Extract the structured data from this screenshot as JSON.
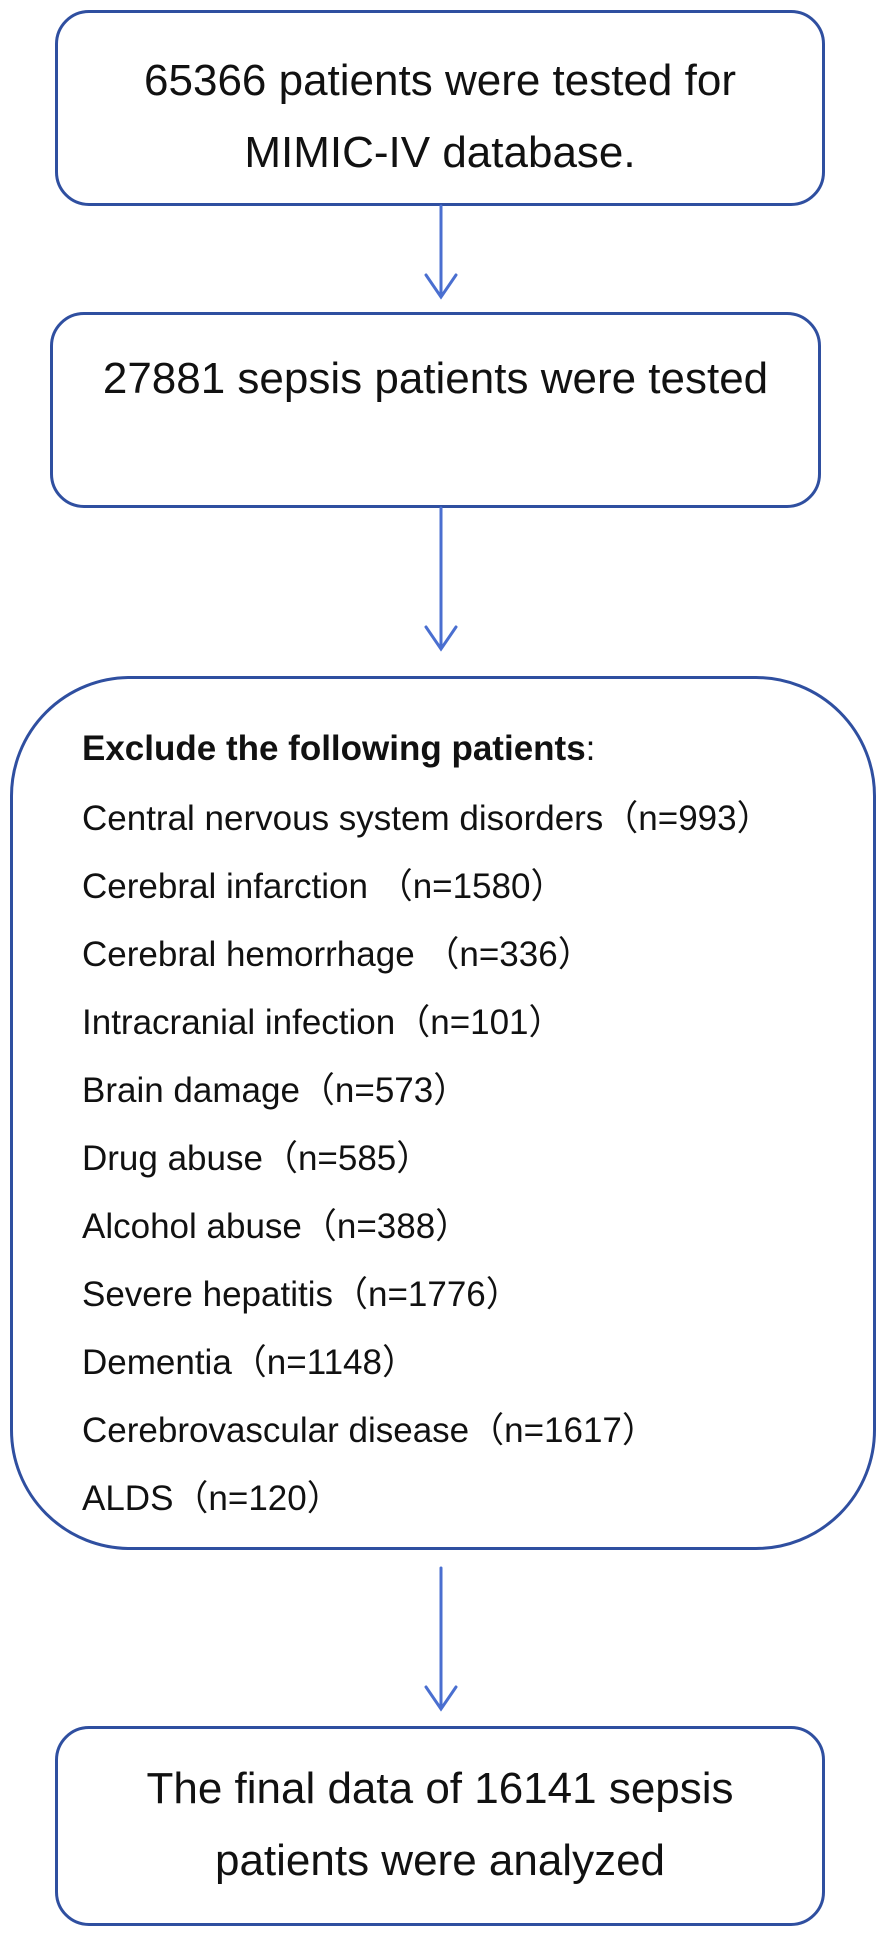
{
  "box1": {
    "line1": "65366 patients were tested for",
    "line2": "MIMIC-IV database."
  },
  "box2": {
    "line1": "27881 sepsis patients were tested"
  },
  "exclusion": {
    "heading_bold": "Exclude the following patients",
    "heading_suffix": ":",
    "items": [
      "Central nervous system disorders（n=993）",
      "Cerebral infarction （n=1580）",
      "Cerebral hemorrhage （n=336）",
      "Intracranial infection（n=101）",
      "Brain damage（n=573）",
      "Drug abuse（n=585）",
      "Alcohol abuse（n=388）",
      "Severe hepatitis（n=1776）",
      "Dementia（n=1148）",
      "Cerebrovascular disease（n=1617）",
      "ALDS（n=120）"
    ]
  },
  "box4": {
    "line1": "The final data of 16141 sepsis",
    "line2": "patients were analyzed"
  },
  "colors": {
    "border": "#2f4fa0",
    "arrow": "#4a6fd0"
  }
}
